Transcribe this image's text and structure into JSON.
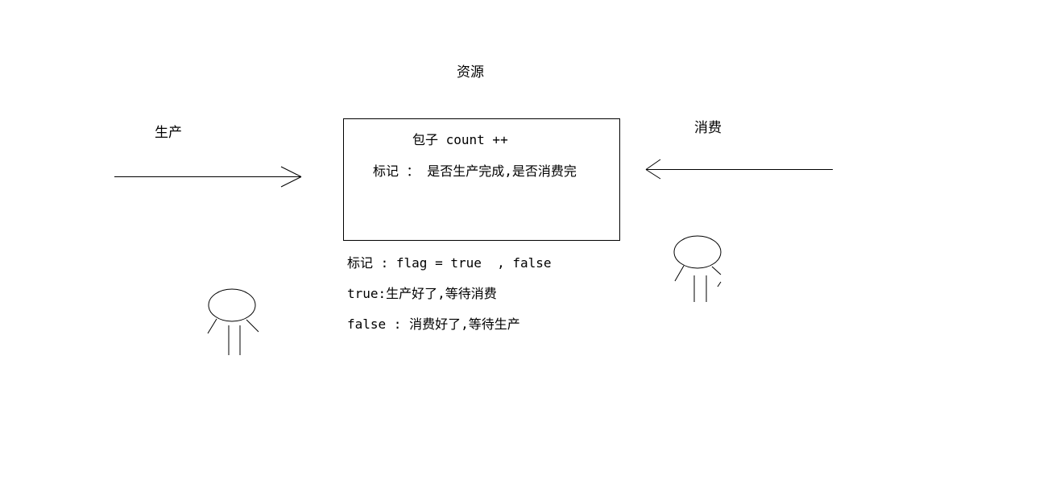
{
  "diagram": {
    "resource_title": "资源",
    "producer_label": "生产",
    "consumer_label": "消费",
    "box": {
      "line1": "包子 count ++",
      "line2": "标记 ： 是否生产完成,是否消费完"
    },
    "notes": {
      "flag_line": "标记 : flag = true  , false",
      "true_line": "true:生产好了,等待消费",
      "false_line": "false : 消费好了,等待生产"
    }
  }
}
